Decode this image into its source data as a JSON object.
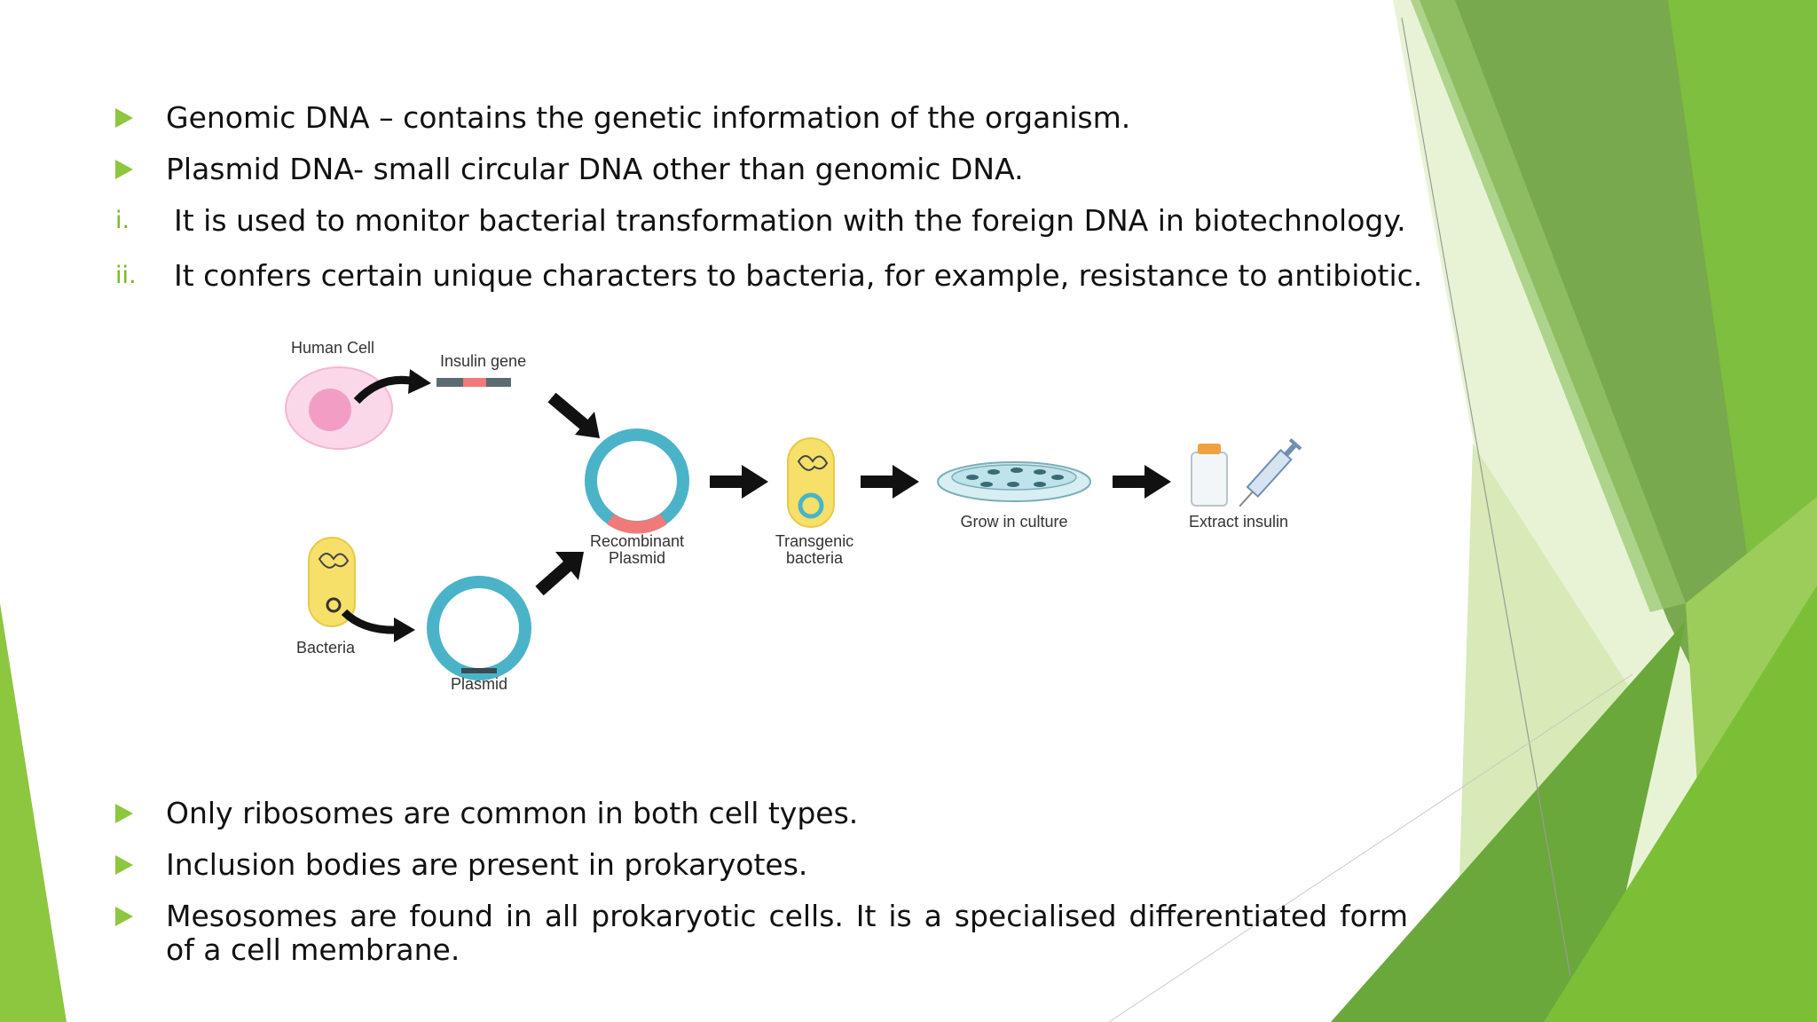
{
  "colors": {
    "accent": "#8dc63f",
    "numeral": "#7ab82c",
    "bg_green_dark": "#5e9a2c",
    "bg_green_light": "#c6e08a"
  },
  "bullets_top": [
    "Genomic DNA – contains the genetic information of the organism.",
    "Plasmid DNA- small circular DNA other than genomic DNA."
  ],
  "numbered": [
    {
      "num": "i.",
      "text": "It is used to monitor bacterial transformation with the foreign DNA in biotechnology."
    },
    {
      "num": "ii.",
      "text": "It confers certain unique characters to bacteria, for example, resistance to antibiotic."
    }
  ],
  "diagram": {
    "human_cell": "Human Cell",
    "insulin_gene": "Insulin gene",
    "bacteria": "Bacteria",
    "plasmid": "Plasmid",
    "recombinant_1": "Recombinant",
    "recombinant_2": "Plasmid",
    "transgenic_1": "Transgenic",
    "transgenic_2": "bacteria",
    "grow": "Grow in culture",
    "extract": "Extract insulin"
  },
  "bullets_bottom": [
    "Only ribosomes are common in both cell types.",
    "Inclusion bodies are present in prokaryotes.",
    "Mesosomes are found in all prokaryotic cells. It is a specialised differentiated form of a cell membrane."
  ]
}
